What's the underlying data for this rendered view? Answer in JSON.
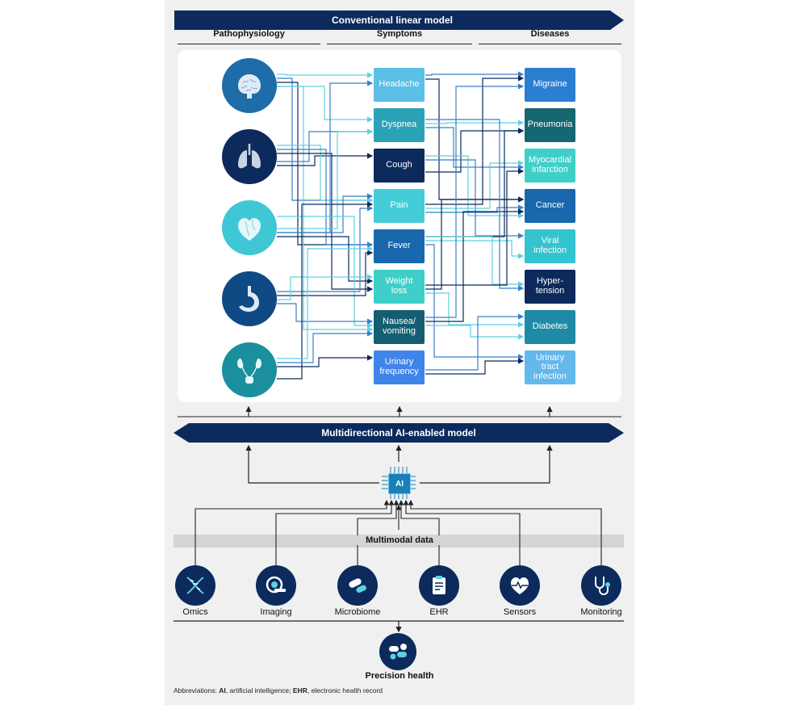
{
  "top_banner": {
    "label": "Conventional linear model"
  },
  "columns": [
    {
      "label": "Pathophysiology"
    },
    {
      "label": "Symptoms"
    },
    {
      "label": "Diseases"
    }
  ],
  "organs": [
    {
      "icon": "brain-icon",
      "color": "#1e6ca8"
    },
    {
      "icon": "lungs-icon",
      "color": "#0c2a5c"
    },
    {
      "icon": "heart-icon",
      "color": "#3fc7d6"
    },
    {
      "icon": "stomach-icon",
      "color": "#0f4a85"
    },
    {
      "icon": "kidneys-icon",
      "color": "#1a8f9e"
    }
  ],
  "symptoms": [
    {
      "label": "Headache",
      "color": "#5bbfe6"
    },
    {
      "label": "Dyspnea",
      "color": "#2aa3b6"
    },
    {
      "label": "Cough",
      "color": "#0c2a5c"
    },
    {
      "label": "Pain",
      "color": "#45ccd9"
    },
    {
      "label": "Fever",
      "color": "#1967ad"
    },
    {
      "label": "Weight\nloss",
      "color": "#3fcfc8"
    },
    {
      "label": "Nausea/\nvomiting",
      "color": "#155e72"
    },
    {
      "label": "Urinary\nfrequency",
      "color": "#3f84e8"
    }
  ],
  "diseases": [
    {
      "label": "Migraine",
      "color": "#2b7fd1"
    },
    {
      "label": "Pneumonia",
      "color": "#156772"
    },
    {
      "label": "Myocardial\ninfarction",
      "color": "#3fcfc8"
    },
    {
      "label": "Cancer",
      "color": "#1967ad"
    },
    {
      "label": "Viral\ninfection",
      "color": "#33c4cf"
    },
    {
      "label": "Hyper-\ntension",
      "color": "#0c2a5c"
    },
    {
      "label": "Diabetes",
      "color": "#1e8aa6"
    },
    {
      "label": "Urinary\ntract\ninfection",
      "color": "#63b8ec"
    }
  ],
  "middle_banner": {
    "label": "Multidirectional AI-enabled model"
  },
  "ai": {
    "label": "AI"
  },
  "multimodal": {
    "label": "Multimodal data"
  },
  "data_sources": [
    {
      "label": "Omics",
      "icon": "dna-icon"
    },
    {
      "label": "Imaging",
      "icon": "mri-scanner-icon"
    },
    {
      "label": "Microbiome",
      "icon": "bacteria-icon"
    },
    {
      "label": "EHR",
      "icon": "clipboard-icon"
    },
    {
      "label": "Sensors",
      "icon": "heart-monitor-icon"
    },
    {
      "label": "Monitoring",
      "icon": "stethoscope-icon"
    }
  ],
  "precision_health": {
    "label": "Precision health",
    "icon": "pills-icon"
  },
  "abbreviations": {
    "prefix": "Abbreviations: ",
    "ai_term": "AI",
    "ai_def": ", artificial intelligence; ",
    "ehr_term": "EHR",
    "ehr_def": ", electronic health record"
  },
  "colors": {
    "navy": "#0c2a5c",
    "line_light": "#5fd0e0",
    "line_mid": "#3a7fc8",
    "line_dark": "#0c2a5c"
  }
}
